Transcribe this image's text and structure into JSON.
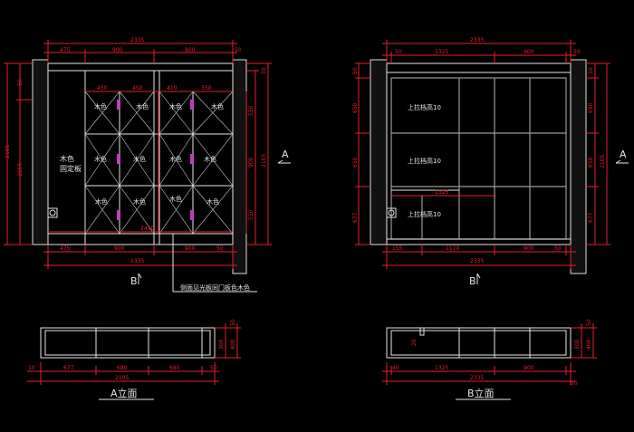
{
  "colors": {
    "background": "#000000",
    "dimension": "#e8202a",
    "outline": "#e6e6e6",
    "handle": "#c03fc0"
  },
  "elevation_a": {
    "top_total": "2335",
    "top_parts": [
      "475",
      "900",
      "900",
      "50"
    ],
    "inner_top": [
      "450",
      "450",
      "410",
      "350"
    ],
    "left_total": "2105",
    "left_parts": [
      "50",
      "2055"
    ],
    "right_total": "2105",
    "right_parts": [
      "50",
      "2055"
    ],
    "inner_right": [
      "550",
      "900",
      "550"
    ],
    "bottom_parts": [
      "475",
      "900",
      "900",
      "50"
    ],
    "bottom_total": "2335",
    "center_dim": "2410",
    "fixed_panel_label": [
      "木色",
      "固定板"
    ],
    "panel_label": "木色",
    "section_mark": "B",
    "arrow_mark": "A",
    "note": "侧面见光板同门板色木色"
  },
  "elevation_b": {
    "top_total": "2335",
    "top_parts": [
      "50",
      "1325",
      "900",
      "50"
    ],
    "left_parts": [
      "50",
      "650",
      "650",
      "677"
    ],
    "right_total": "2105",
    "right_parts": [
      "50",
      "650",
      "650",
      "677"
    ],
    "center_dim": "1325",
    "bottom_parts": [
      "155",
      "1170",
      "900",
      "50"
    ],
    "bottom_total": "2335",
    "shelf_label": "上拉档高10",
    "section_mark": "B",
    "arrow_mark": "A"
  },
  "plan_a": {
    "title": "A立面",
    "bottom_parts": [
      "10",
      "677",
      "680",
      "680",
      "50"
    ],
    "bottom_total": "2105",
    "right_parts": [
      "50",
      "300",
      "400"
    ]
  },
  "plan_b": {
    "title": "B立面",
    "bottom_parts": [
      "40",
      "1325",
      "900",
      "50"
    ],
    "bottom_total": "2335",
    "right_parts": [
      "50",
      "300",
      "400"
    ],
    "side_mark": "20"
  }
}
